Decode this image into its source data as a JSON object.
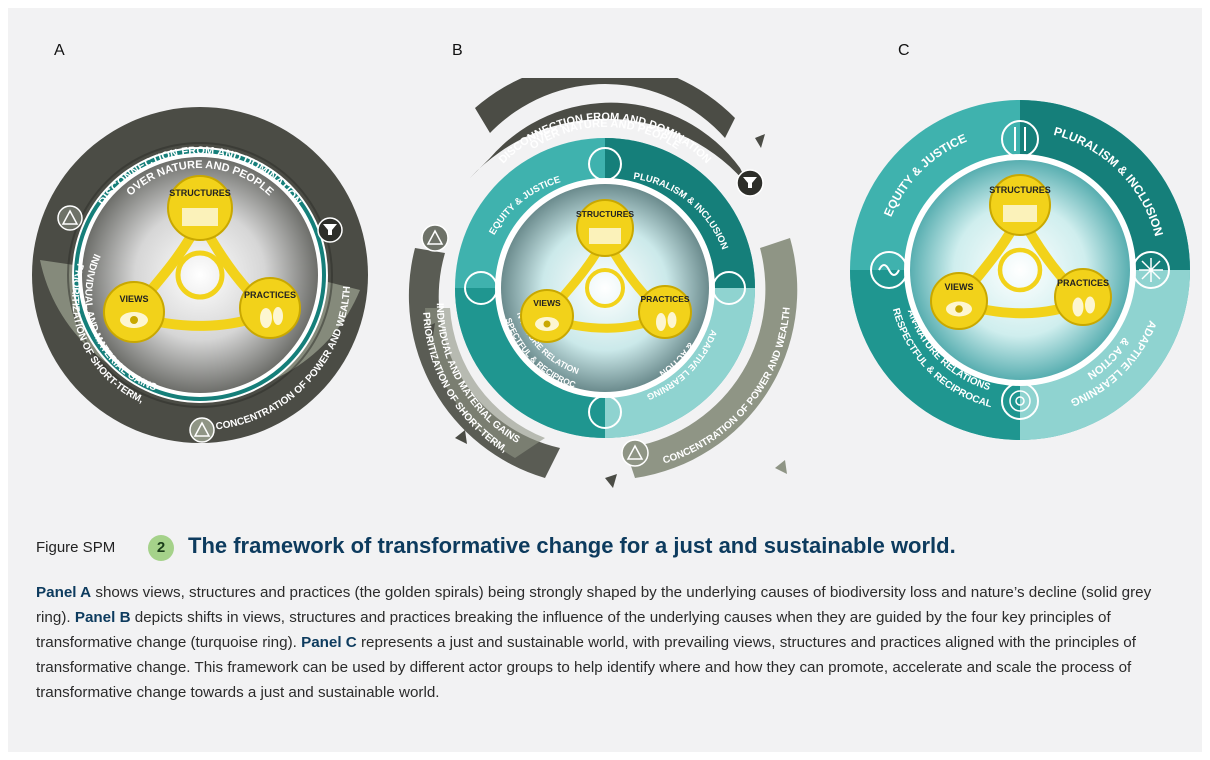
{
  "panels": {
    "a": {
      "letter": "A",
      "top_arc": [
        "DISCONNECTION FROM AND DOMINATION",
        "OVER NATURE AND PEOPLE"
      ],
      "left_arc": [
        "PRIORITIZATION OF SHORT-TERM,",
        "INDIVIDUAL AND MATERIAL GAINS"
      ],
      "right_arc": [
        "CONCENTRATION OF POWER AND WEALTH"
      ],
      "spirals": {
        "structures": "STRUCTURES",
        "views": "VIEWS",
        "practices": "PRACTICES"
      }
    },
    "b": {
      "letter": "B",
      "top_arc": [
        "DISCONNECTION FROM AND DOMINATION",
        "OVER NATURE AND PEOPLE"
      ],
      "left_arc": [
        "PRIORITIZATION OF SHORT-TERM,",
        "INDIVIDUAL AND MATERIAL GAINS"
      ],
      "right_arc": [
        "CONCENTRATION OF POWER AND WEALTH"
      ],
      "principles": {
        "equity": "EQUITY & JUSTICE",
        "pluralism": "PLURALISM & INCLUSION",
        "adaptive": [
          "ADAPTIVE LEARNING",
          "& ACTION"
        ],
        "respectful": [
          "RESPECTFUL & RECIPROCAL",
          "HUMAN-NATURE RELATIONSHIPS"
        ]
      },
      "spirals": {
        "structures": "STRUCTURES",
        "views": "VIEWS",
        "practices": "PRACTICES"
      }
    },
    "c": {
      "letter": "C",
      "principles": {
        "equity": "EQUITY & JUSTICE",
        "pluralism": "PLURALISM & INCLUSION",
        "adaptive": [
          "ADAPTIVE LEARNING",
          "& ACTION"
        ],
        "respectful": [
          "RESPECTFUL & RECIPROCAL",
          "HUMAN-NATURE RELATIONSHIPS"
        ]
      },
      "spirals": {
        "structures": "STRUCTURES",
        "views": "VIEWS",
        "practices": "PRACTICES"
      }
    }
  },
  "caption": {
    "prefix": "Figure SPM",
    "number": "2",
    "title": "The framework of transformative change for a just and sustainable world.",
    "panel_a_label": "Panel A",
    "panel_a_text": " shows views, structures and practices (the golden spirals) being strongly shaped by the underlying causes of biodiversity loss and nature’s decline (solid grey ring). ",
    "panel_b_label": "Panel B",
    "panel_b_text": " depicts shifts in views, structures and practices breaking the influence of the underlying causes when they are guided by the four key principles of transformative change (turquoise ring). ",
    "panel_c_label": "Panel C",
    "panel_c_text": " represents a just and sustainable world, with prevailing views, structures and practices aligned with the principles of transformative change. This framework can be used by different actor groups to help identify where and how they can promote, accelerate and scale the process of transformative change towards a just and sustainable world."
  },
  "colors": {
    "grey_dark": "#4b4c45",
    "grey_light": "#8f9585",
    "teal_dark": "#157f7a",
    "teal_mid": "#3fb2ae",
    "teal_light": "#8fd3d0",
    "gold": "#f2d21a",
    "heading_blue": "#0d3b5e",
    "number_badge": "#a5d28a"
  }
}
